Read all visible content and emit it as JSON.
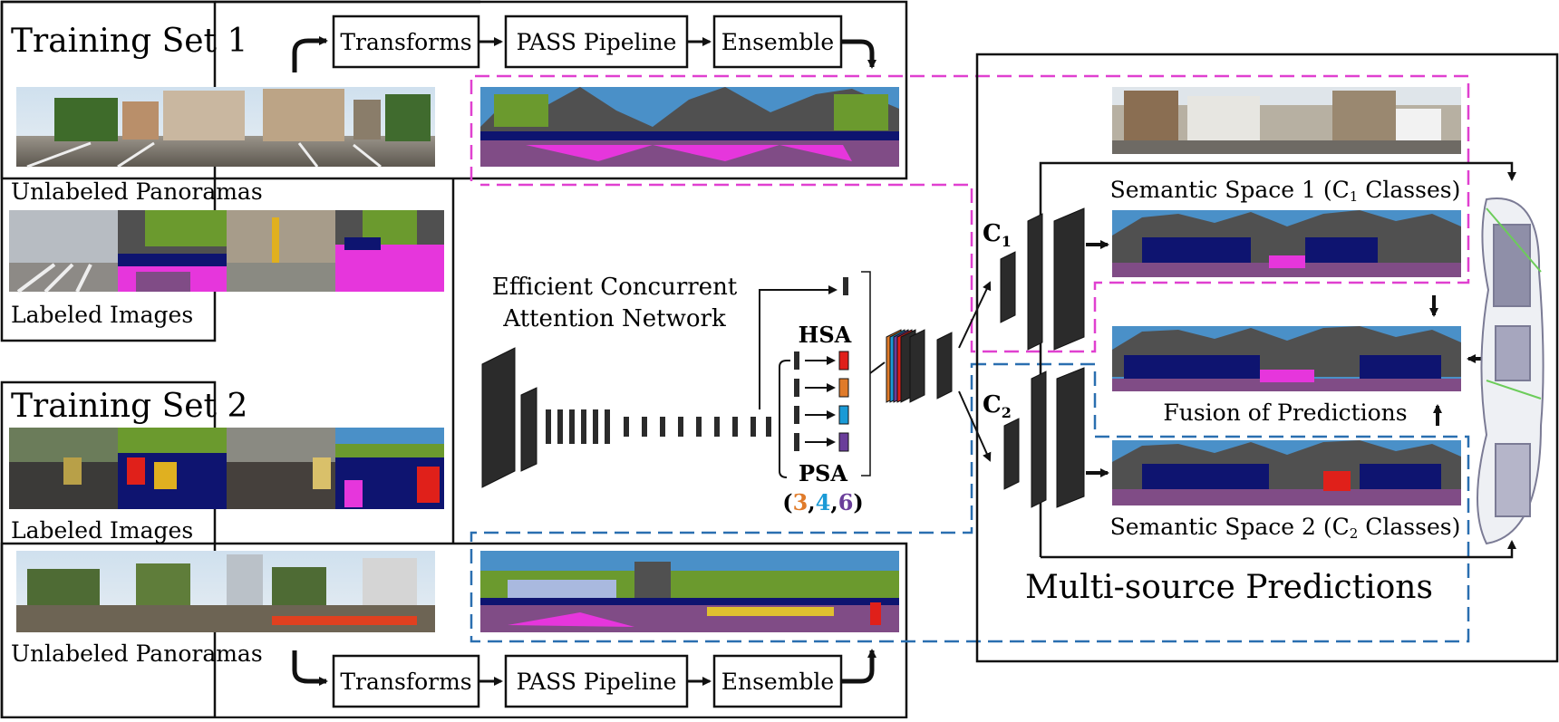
{
  "training_set_1": {
    "title": "Training Set 1",
    "unlabeled_caption": "Unlabeled Panoramas",
    "labeled_caption": "Labeled Images",
    "pipeline": [
      "Transforms",
      "PASS Pipeline",
      "Ensemble"
    ]
  },
  "training_set_2": {
    "title": "Training Set 2",
    "labeled_caption": "Labeled Images",
    "unlabeled_caption": "Unlabeled Panoramas",
    "pipeline": [
      "Transforms",
      "PASS Pipeline",
      "Ensemble"
    ]
  },
  "network": {
    "title_line1": "Efficient Concurrent",
    "title_line2": "Attention Network",
    "hsa_label": "HSA",
    "psa_label": "PSA",
    "psa_sizes": {
      "open": "(",
      "a": "3",
      "sep1": ",",
      "b": "4",
      "sep2": ",",
      "c": "6",
      "close": ")"
    },
    "psa_colors": {
      "a": "#e07b2a",
      "b": "#1a9ad6",
      "c": "#6a3d9a"
    },
    "head_c1": "C1",
    "head_c2": "C2"
  },
  "predictions": {
    "space1_label": "Semantic Space 1 (C1 Classes)",
    "space2_label": "Semantic Space 2 (C2 Classes)",
    "fusion_label": "Fusion of Predictions",
    "title": "Multi-source Predictions"
  },
  "colors": {
    "magenta_dash": "#e040d0",
    "blue_dash": "#2a6fb0",
    "seg_sky": "#4a90c8",
    "seg_building": "#505050",
    "seg_vegetation": "#6b9a2e",
    "seg_car": "#0e1470",
    "seg_road": "#804c86",
    "seg_sidewalk": "#e636dc",
    "seg_hsa_red": "#e0201a"
  }
}
